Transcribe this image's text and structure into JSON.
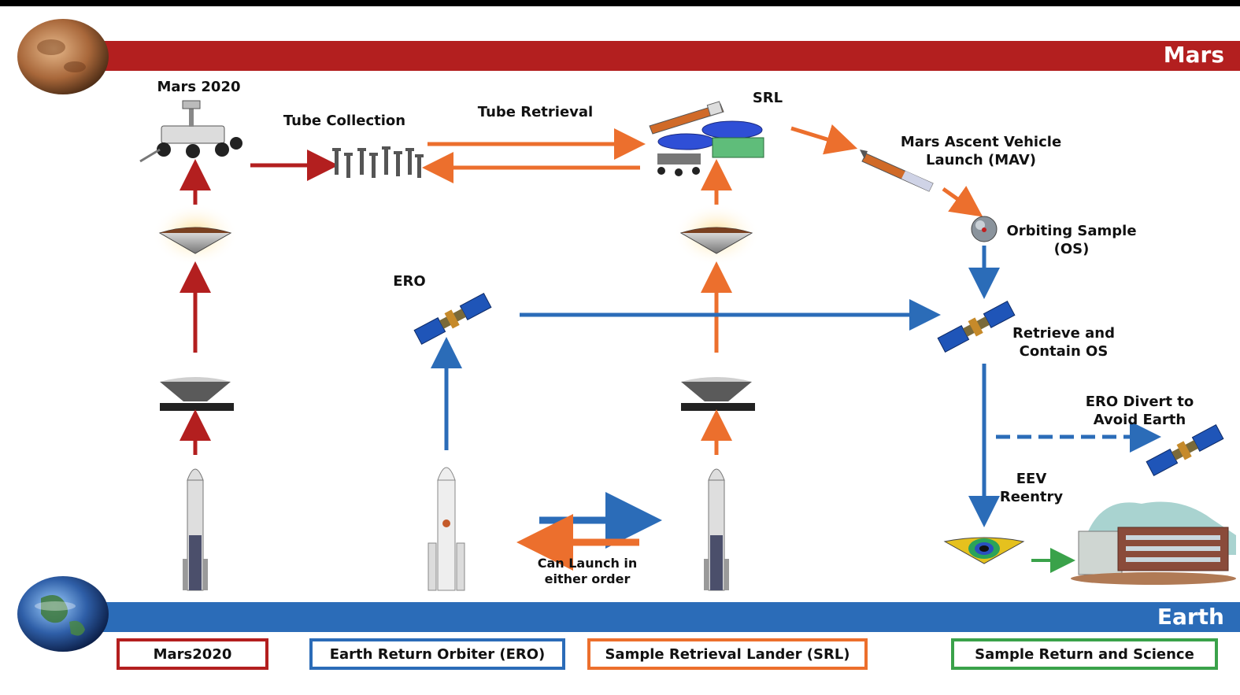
{
  "bands": {
    "mars": {
      "label": "Mars",
      "color": "#b31f1f"
    },
    "earth": {
      "label": "Earth",
      "color": "#2b6cb8"
    }
  },
  "labels": {
    "mars2020": "Mars 2020",
    "tube_collection": "Tube Collection",
    "tube_retrieval": "Tube Retrieval",
    "srl": "SRL",
    "mav_line1": "Mars Ascent Vehicle",
    "mav_line2": "Launch (MAV)",
    "os_line1": "Orbiting Sample",
    "os_line2": "(OS)",
    "ero": "ERO",
    "retrieve_line1": "Retrieve and",
    "retrieve_line2": "Contain OS",
    "divert_line1": "ERO Divert to",
    "divert_line2": "Avoid Earth",
    "eev_line1": "EEV",
    "eev_line2": "Reentry",
    "launch_line1": "Can Launch in",
    "launch_line2": "either order"
  },
  "legend": [
    {
      "label": "Mars2020",
      "color": "#b31f1f"
    },
    {
      "label": "Earth Return Orbiter (ERO)",
      "color": "#2b6cb8"
    },
    {
      "label": "Sample Retrieval Lander (SRL)",
      "color": "#ec6f2d"
    },
    {
      "label": "Sample Return and Science",
      "color": "#3aa24a"
    }
  ],
  "colors": {
    "red": "#b31f1f",
    "blue": "#2b6cb8",
    "orange": "#ec6f2d",
    "green": "#3aa24a"
  },
  "icons": [
    "mars-planet-icon",
    "earth-planet-icon",
    "rover-icon",
    "sample-tubes-icon",
    "lander-icon",
    "mav-rocket-icon",
    "orbiting-sample-icon",
    "orbiter-satellite-icon",
    "aeroshell-icon",
    "heatshield-icon",
    "launch-rocket-icon",
    "eev-capsule-icon",
    "science-building-icon"
  ]
}
